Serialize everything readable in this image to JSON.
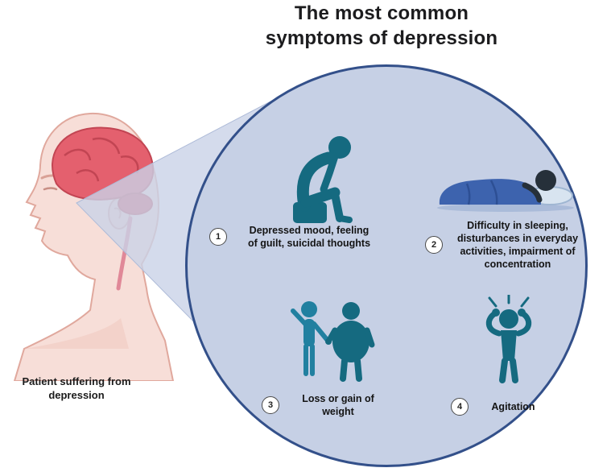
{
  "title": "The most common\nsymptoms of depression",
  "patient": {
    "caption": "Patient suffering from\ndepression",
    "illustration": "human-head-profile-with-brain"
  },
  "magnifier": {
    "circle_fill": "#c6d0e5",
    "circle_border": "#33508a",
    "beam_fill": "#c9d2e7"
  },
  "colors": {
    "icon_teal": "#156a80",
    "figure_blue": "#2180a0",
    "blanket_blue": "#3d63ae",
    "brain_red": "#e4606e",
    "skin_pink": "#f7ded8"
  },
  "symptoms": [
    {
      "number": "1",
      "icon": "depressed-person-icon",
      "label": "Depressed mood, feeling\nof guilt, suicidal thoughts"
    },
    {
      "number": "2",
      "icon": "sleeping-person-icon",
      "label": "Difficulty in sleeping,\ndisturbances in everyday\nactivities, impairment of\nconcentration"
    },
    {
      "number": "3",
      "icon": "weight-change-icon",
      "label": "Loss or gain of\nweight"
    },
    {
      "number": "4",
      "icon": "agitated-person-icon",
      "label": "Agitation"
    }
  ]
}
